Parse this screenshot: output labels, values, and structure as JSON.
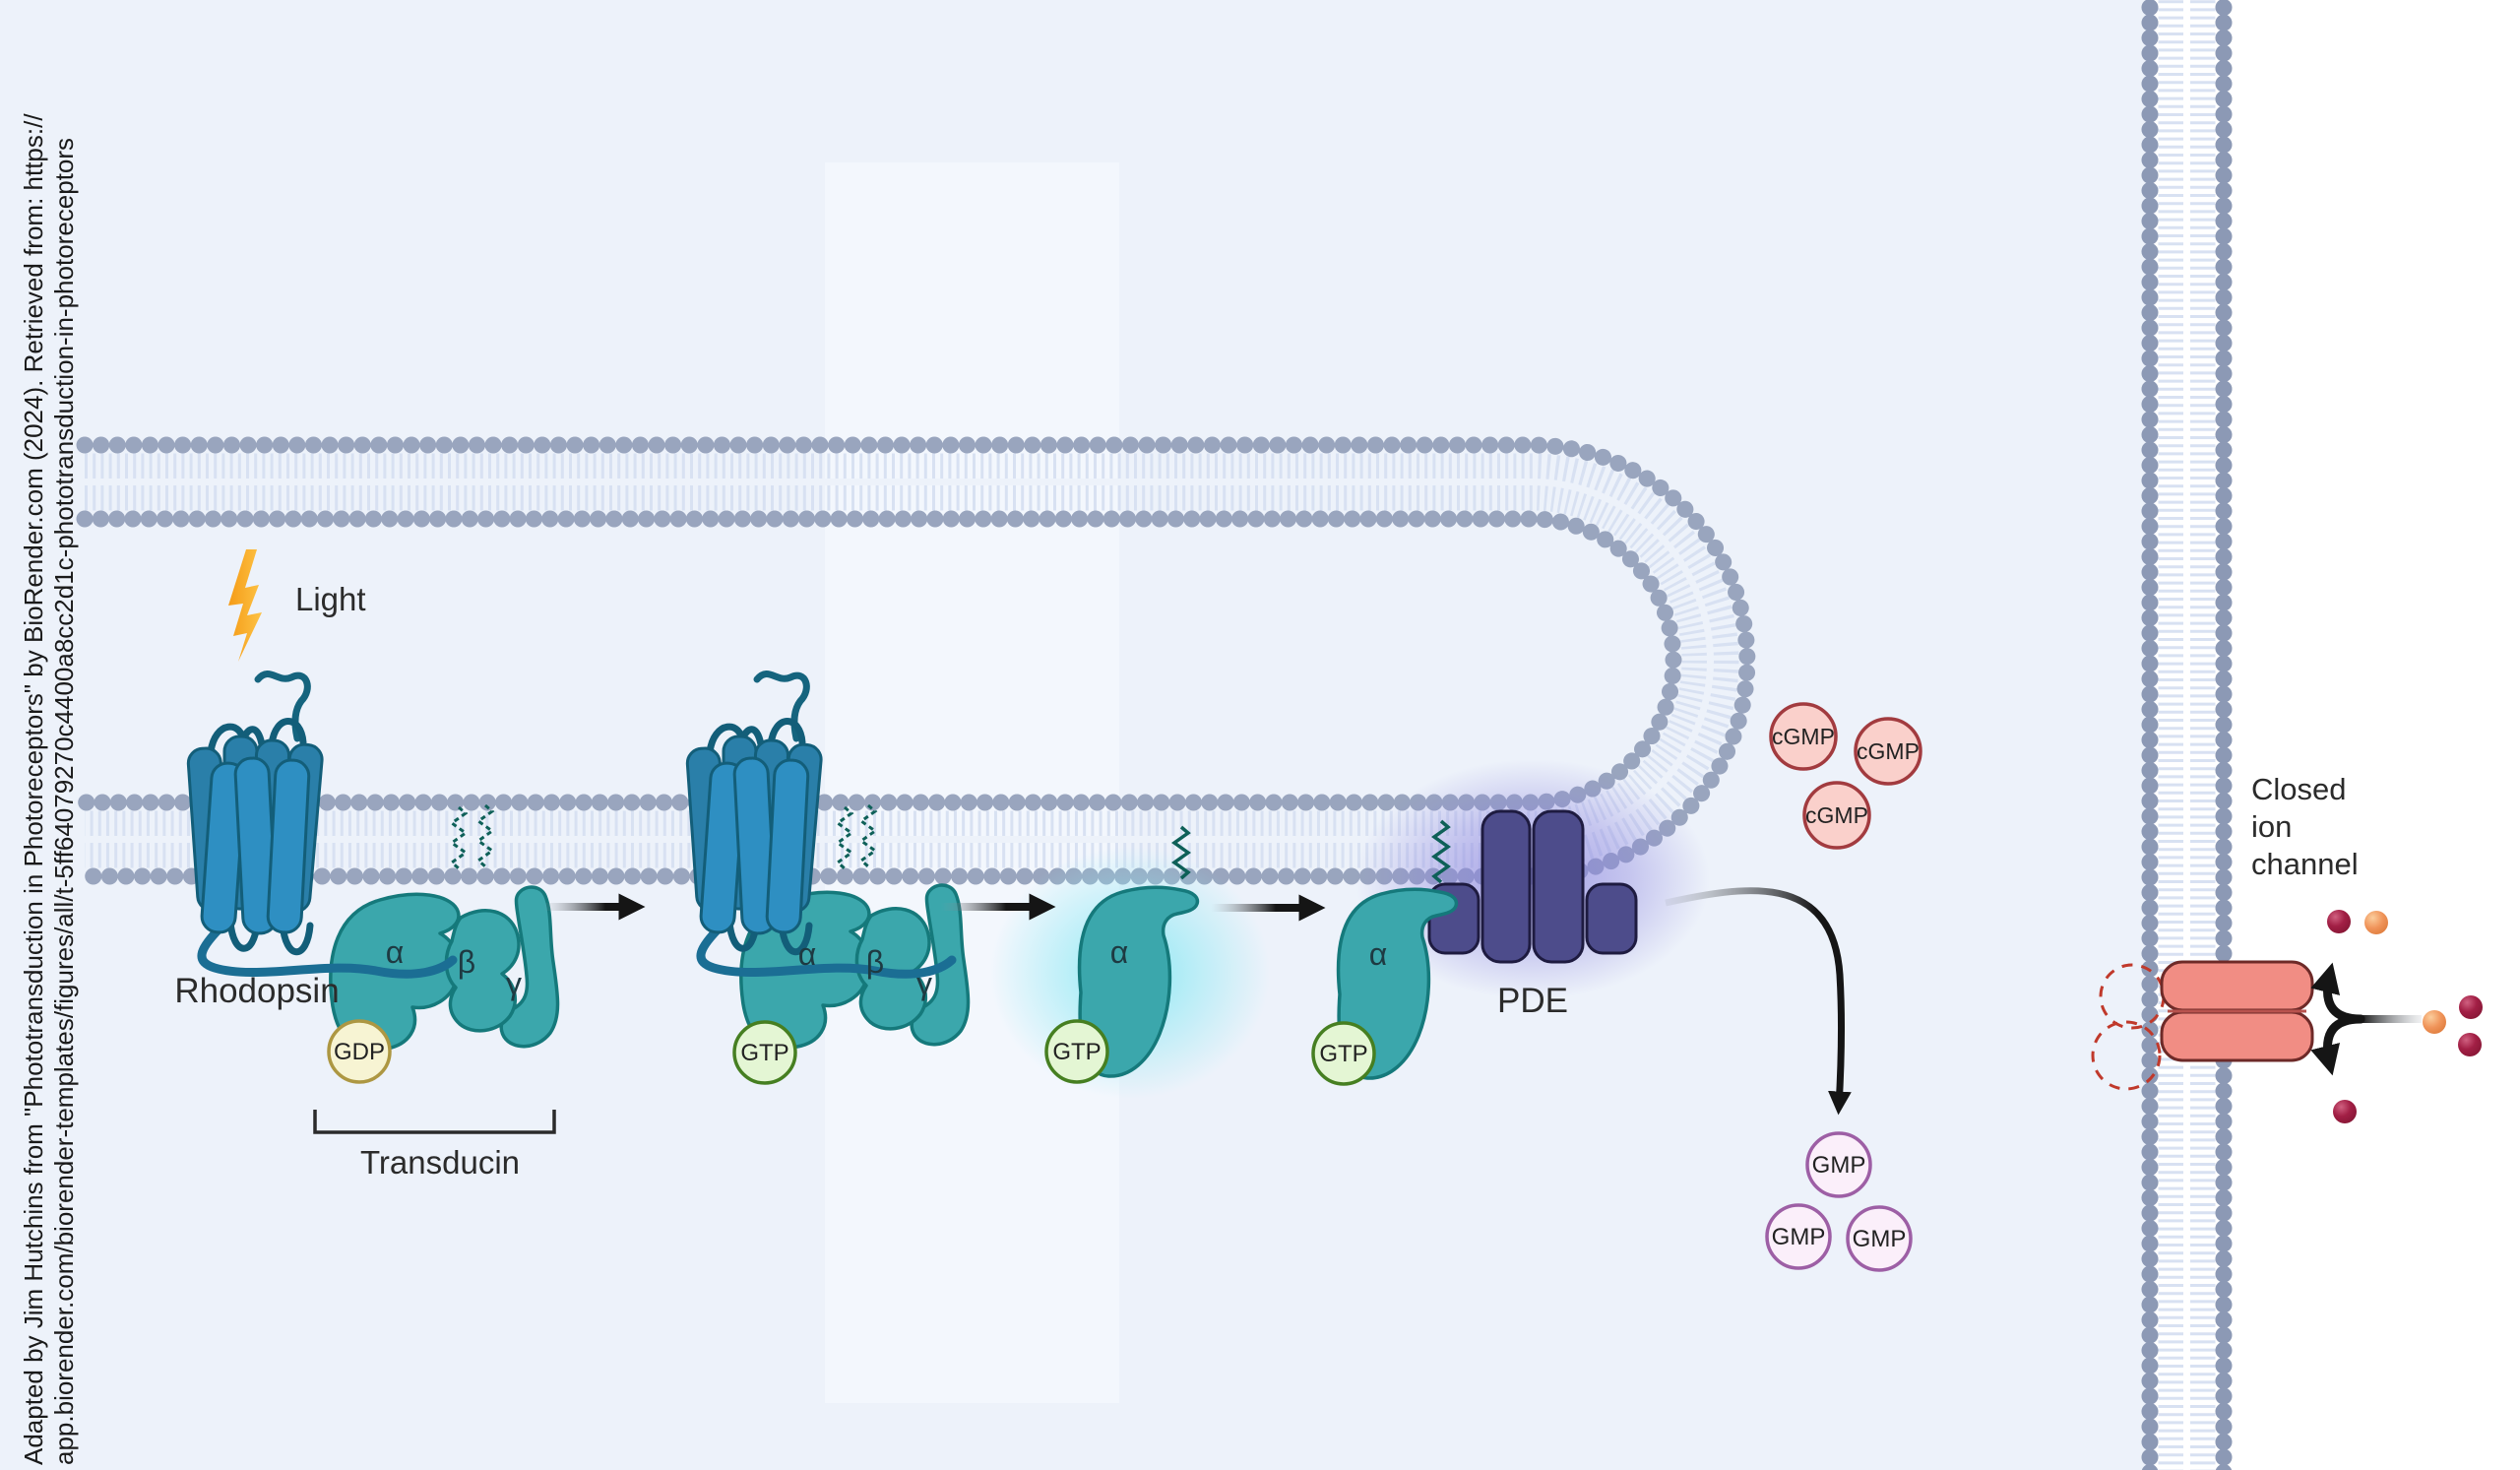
{
  "citation": {
    "line1": "Adapted by Jim Hutchins from \"Phototransduction in Photoreceptors\" by BioRender.com (2024). Retrieved from: https://",
    "line2": "app.biorender.com/biorender-templates/figures/all/t-5ff64079270c4400a8cc2d1c-phototransduction-in-photoreceptors"
  },
  "labels": {
    "light": "Light",
    "rhodopsin": "Rhodopsin",
    "transducin": "Transducin",
    "pde": "PDE",
    "alpha": "α",
    "beta": "β",
    "gamma": "γ"
  },
  "channel": {
    "line1": "Closed",
    "line2": "ion",
    "line3": "channel"
  },
  "molecules": {
    "gdp": "GDP",
    "gtp": "GTP",
    "cgmp": "cGMP",
    "gmp": "GMP"
  },
  "colors": {
    "background": "#EDF2FA",
    "membrane_head": "#99A5BE",
    "membrane_tail": "#D8E1F2",
    "rhodopsin_blue": "#2E8FC2",
    "transducin_teal": "#3BA7AC",
    "pde_purple": "#4D4C8B",
    "gdp_fill": "#F7F4D3",
    "gtp_fill": "#E4F6D4",
    "cgmp_fill": "#FAD0CB",
    "gmp_fill": "#FBEFFA",
    "channel_red": "#F18D84",
    "bolt_yellow": "#F9A825",
    "ion_crimson": "#A21F45",
    "ion_orange": "#F0945A"
  }
}
